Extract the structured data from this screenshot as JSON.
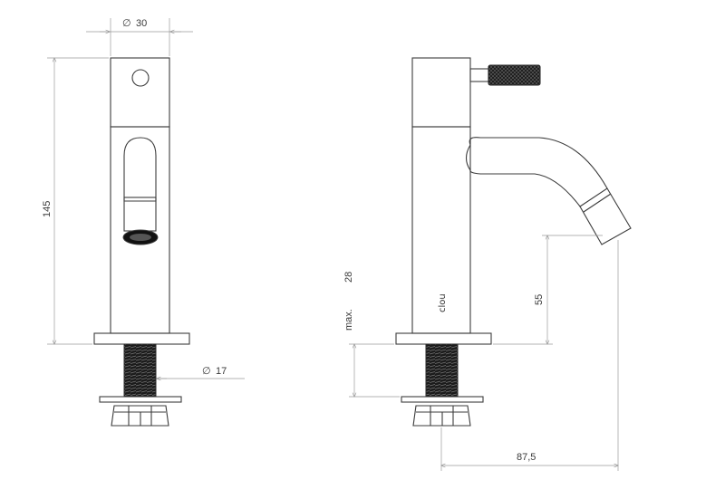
{
  "dimensions": {
    "diameter_top": "30",
    "height": "145",
    "diameter_thread": "17",
    "max_label": "max.",
    "max_value": "28",
    "spout_height": "55",
    "reach": "87,5",
    "diameter_symbol": "∅"
  },
  "brand": "clou",
  "colors": {
    "line": "#3c3c3c",
    "dim_line": "#9a9a9a",
    "thread": "#1a1a1a"
  }
}
